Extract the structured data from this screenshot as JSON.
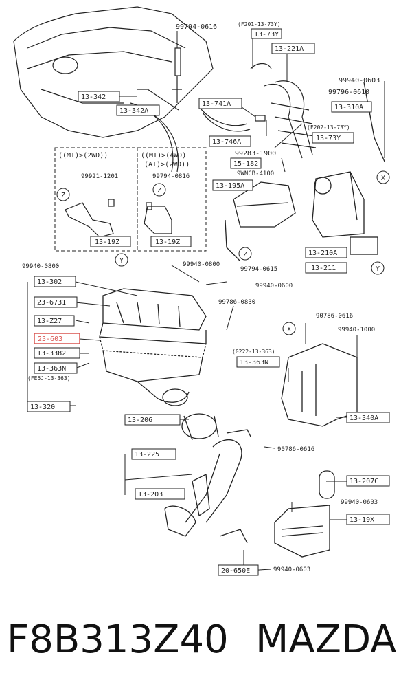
{
  "labels": {
    "l_9979406l6": "99794-0616",
    "l_f201": "(F201-13-73Y)",
    "l_1373y_top": "13-73Y",
    "l_13221a": "13-221A",
    "l_99940_0603_a": "99940-0603",
    "l_99796_0610": "99796-0610",
    "l_13310a": "13-310A",
    "l_13342": "13-342",
    "l_13342a": "13-342A",
    "l_13741a": "13-741A",
    "l_f202": "(F202-13-73Y)",
    "l_1373y_mid": "13-73Y",
    "l_13746a": "13-746A",
    "l_99283": "99283-1900",
    "l_15182": "15-182",
    "l_9wncb": "9WNCB-4100",
    "l_13195a": "13-195A",
    "l_mt2wd": "((MT)>(2WD))",
    "l_mt4wd": "((MT)>(4WD)",
    "l_at2wd": "(AT)>(2WD))",
    "l_99921": "99921-1201",
    "l_99794_0816": "99794-0816",
    "l_1319z_a": "13-19Z",
    "l_1319z_b": "13-19Z",
    "l_13210a": "13-210A",
    "l_13211": "13-211",
    "l_99940_0800_a": "99940-0800",
    "l_99940_0800_b": "99940-0800",
    "l_99794_0615": "99794-0615",
    "l_13302": "13-302",
    "l_99940_0600": "99940-0600",
    "l_236731": "23-6731",
    "l_99786_0830": "99786-0830",
    "l_13227": "13-Z27",
    "l_23603": "23-603",
    "l_133382": "13-3382",
    "l_13363n_a": "13-363N",
    "l_fe5j": "(FE5J-13-363)",
    "l_0222": "(0222-13-363)",
    "l_13363n_b": "13-363N",
    "l_90786_0616_a": "90786-0616",
    "l_99940_1000": "99940-1000",
    "l_13320": "13-320",
    "l_13206": "13-206",
    "l_13340a": "13-340A",
    "l_13225": "13-225",
    "l_90786_0616_b": "90786-0616",
    "l_13207c": "13-207C",
    "l_13203": "13-203",
    "l_99940_0603_b": "99940-0603",
    "l_1319x": "13-19X",
    "l_20650e": "20-650E",
    "l_99940_0603_c": "99940-0603"
  },
  "markers": {
    "x": "X",
    "y": "Y",
    "z": "Z"
  },
  "caption": {
    "part_number": "F8B313Z40",
    "brand": "MAZDA"
  },
  "colors": {
    "ink": "#222222",
    "highlight": "#d9534f"
  }
}
